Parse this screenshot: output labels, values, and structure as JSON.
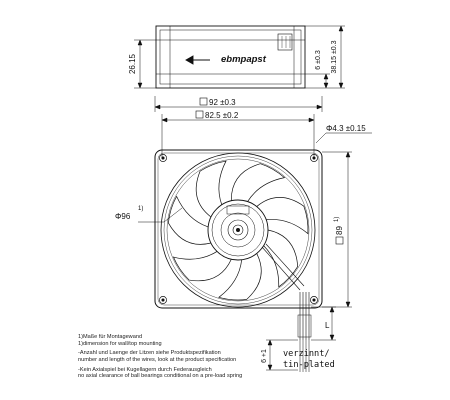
{
  "side_view": {
    "height_label": "26.15",
    "depth_label": "6 ±0.3",
    "total_label": "38.15 ±0.3",
    "brand_label": "ebmpapst"
  },
  "front_view": {
    "frame_label": "92 ±0.3",
    "hole_spacing_label": "82.5 ±0.2",
    "hole_dia_label": "4.3 ±0.15",
    "hub_dia_label": "96",
    "hub_dia_note": "1)",
    "height_label": "89",
    "height_note": "1)",
    "lead_dim_label": "L",
    "tin_dim_label": "6 +1"
  },
  "notes": [
    {
      "de": "1)Maße für Montagewand",
      "en": "1)dimension for wall/top mounting"
    },
    {
      "de": "-Anzahl und Laenge der Litzen siehe Produktspezifikation",
      "en": " number and length of the wires, look at the product specification"
    },
    {
      "de": "-Kein Axialspiel bei Kugellagern durch Federausgleich",
      "en": " no axial clearance of ball bearings conditional on a pre-load spring"
    }
  ],
  "tinned_label": [
    "verzinnt/",
    "tin-plated"
  ]
}
